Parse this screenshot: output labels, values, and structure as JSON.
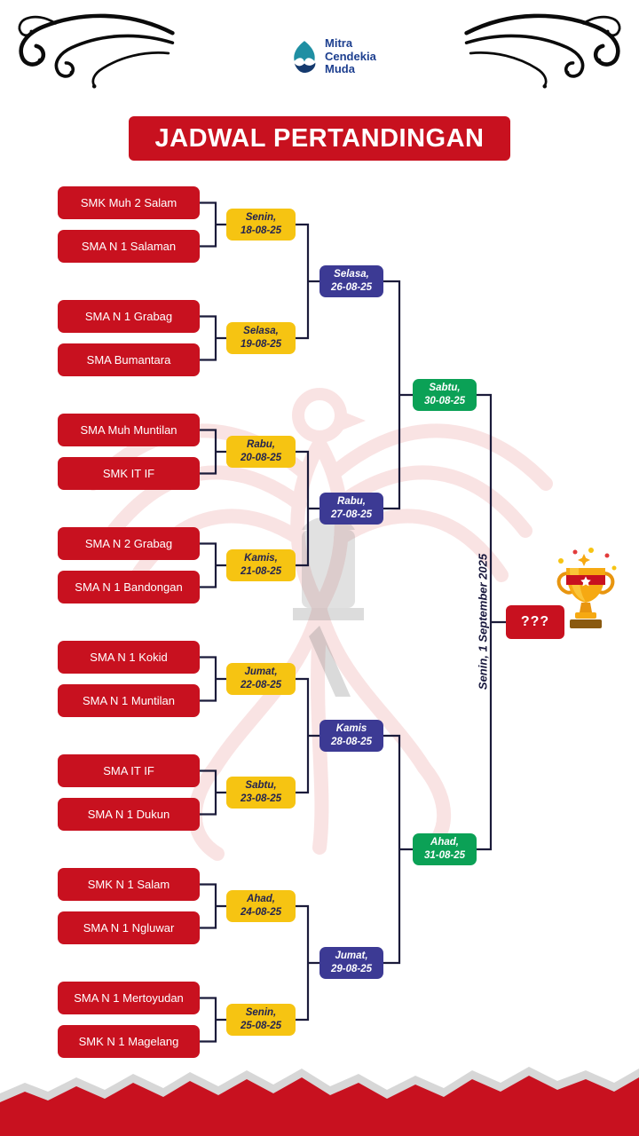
{
  "header": {
    "logo_lines": [
      "Mitra",
      "Cendekia",
      "Muda"
    ],
    "title": "JADWAL PERTANDINGAN"
  },
  "colors": {
    "red": "#c8111f",
    "yellow": "#f6c412",
    "blue": "#3c3a94",
    "green": "#0ba156",
    "line": "#1b1b3a"
  },
  "round1": [
    {
      "team1": "SMK Muh 2 Salam",
      "team2": "SMA N 1 Salaman",
      "day": "Senin,",
      "date": "18-08-25"
    },
    {
      "team1": "SMA N 1 Grabag",
      "team2": "SMA Bumantara",
      "day": "Selasa,",
      "date": "19-08-25"
    },
    {
      "team1": "SMA Muh Muntilan",
      "team2": "SMK IT IF",
      "day": "Rabu,",
      "date": "20-08-25"
    },
    {
      "team1": "SMA N 2 Grabag",
      "team2": "SMA N 1 Bandongan",
      "day": "Kamis,",
      "date": "21-08-25"
    },
    {
      "team1": "SMA N 1 Kokid",
      "team2": "SMA N 1 Muntilan",
      "day": "Jumat,",
      "date": "22-08-25"
    },
    {
      "team1": "SMA IT IF",
      "team2": "SMA N 1 Dukun",
      "day": "Sabtu,",
      "date": "23-08-25"
    },
    {
      "team1": "SMK N 1 Salam",
      "team2": "SMA N 1 Ngluwar",
      "day": "Ahad,",
      "date": "24-08-25"
    },
    {
      "team1": "SMA N 1 Mertoyudan",
      "team2": "SMK N 1 Magelang",
      "day": "Senin,",
      "date": "25-08-25"
    }
  ],
  "quarterfinals": [
    {
      "day": "Selasa,",
      "date": "26-08-25"
    },
    {
      "day": "Rabu,",
      "date": "27-08-25"
    },
    {
      "day": "Kamis",
      "date": "28-08-25"
    },
    {
      "day": "Jumat,",
      "date": "29-08-25"
    }
  ],
  "semifinals": [
    {
      "day": "Sabtu,",
      "date": "30-08-25"
    },
    {
      "day": "Ahad,",
      "date": "31-08-25"
    }
  ],
  "final": {
    "date_label": "Senin, 1 September 2025",
    "winner_placeholder": "???"
  }
}
